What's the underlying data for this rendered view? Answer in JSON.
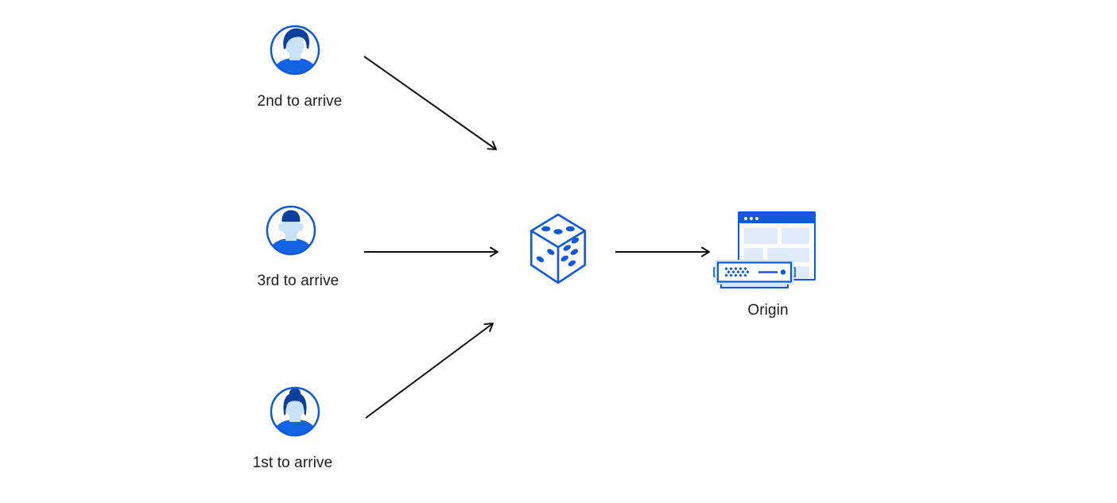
{
  "page": {
    "background": "#ffffff"
  },
  "diagram": {
    "clients": [
      {
        "label": "2nd to arrive",
        "icon": "user-avatar-man-side-part"
      },
      {
        "label": "3rd to arrive",
        "icon": "user-avatar-man-flat-top"
      },
      {
        "label": "1st to arrive",
        "icon": "user-avatar-woman-bun"
      }
    ],
    "balancer": {
      "icon": "dice-icon"
    },
    "origin": {
      "label": "Origin",
      "icon": "origin-browser-and-server-icon"
    },
    "arrows": [
      {
        "from": "2nd to arrive",
        "to": "dice"
      },
      {
        "from": "3rd to arrive",
        "to": "dice"
      },
      {
        "from": "1st to arrive",
        "to": "dice"
      },
      {
        "from": "dice",
        "to": "Origin"
      }
    ],
    "colors": {
      "line_blue": "#1159d6",
      "hair_navy": "#0d3f9e",
      "face_light_blue": "#c9e2f6",
      "shirt_blue": "#1464e2",
      "fill_light_blue": "#e0ecf9",
      "glow_light_blue": "#d4e6f9",
      "arrow_black": "#111111",
      "text_color": "#1d1d1f"
    }
  }
}
